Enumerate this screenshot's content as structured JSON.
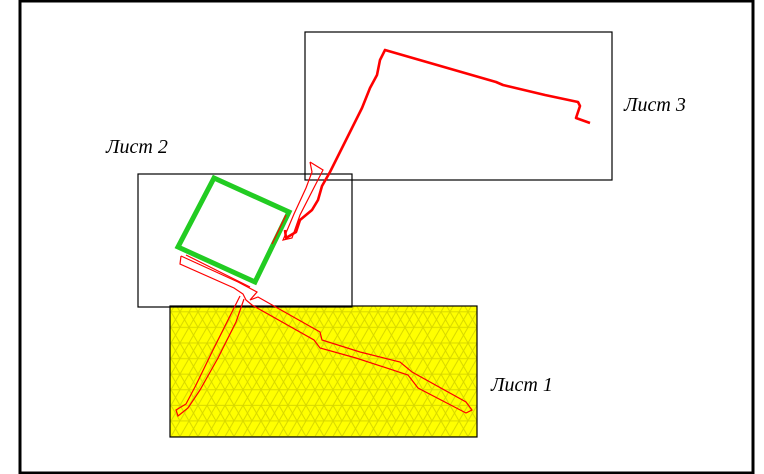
{
  "sheets": [
    {
      "id": 1,
      "label": "Лист 1",
      "fill": "#ffff00",
      "pattern": "triangular-hatch"
    },
    {
      "id": 2,
      "label": "Лист 2",
      "fill": "none"
    },
    {
      "id": 3,
      "label": "Лист 3",
      "fill": "none"
    }
  ],
  "colors": {
    "frame": "#000000",
    "sheet_border": "#000000",
    "route_line": "#ff0000",
    "highlight_square": "#22cc22",
    "hatch_fill": "#ffff00",
    "hatch_lines": "#d8d800"
  }
}
